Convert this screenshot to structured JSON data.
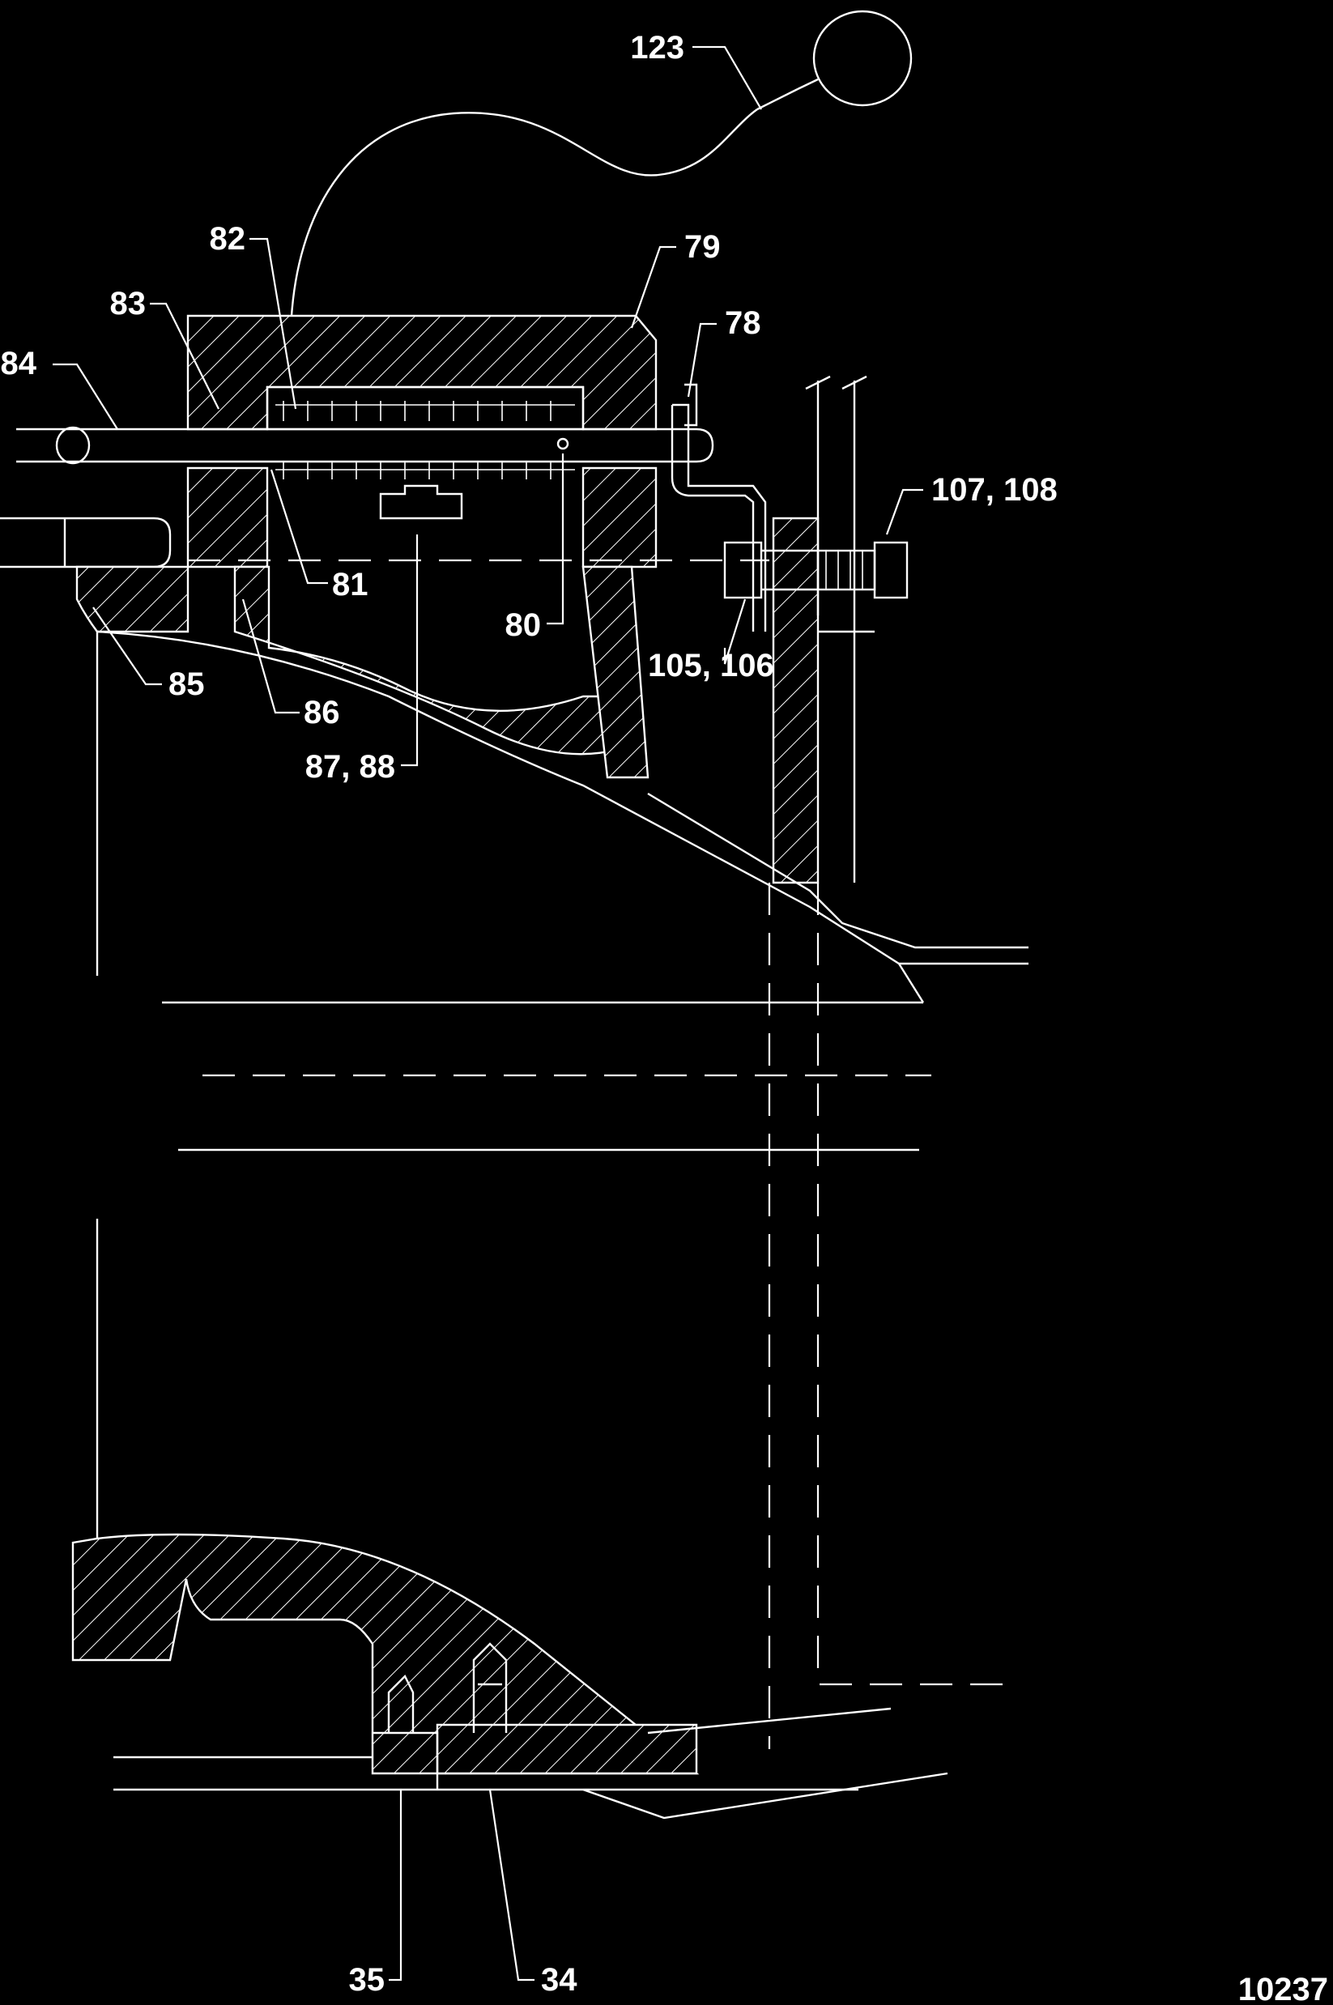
{
  "figure_id": "10237",
  "callouts": [
    {
      "id": "c123",
      "text": "123"
    },
    {
      "id": "c82",
      "text": "82"
    },
    {
      "id": "c79",
      "text": "79"
    },
    {
      "id": "c83",
      "text": "83"
    },
    {
      "id": "c78",
      "text": "78"
    },
    {
      "id": "c84",
      "text": "84"
    },
    {
      "id": "c107",
      "text": "107, 108"
    },
    {
      "id": "c81",
      "text": "81"
    },
    {
      "id": "c80",
      "text": "80"
    },
    {
      "id": "c105",
      "text": "105, 106"
    },
    {
      "id": "c85",
      "text": "85"
    },
    {
      "id": "c86",
      "text": "86"
    },
    {
      "id": "c87",
      "text": "87, 88"
    },
    {
      "id": "c35",
      "text": "35"
    },
    {
      "id": "c34",
      "text": "34"
    }
  ],
  "colors": {
    "background": "#000000",
    "line": "#ffffff"
  }
}
